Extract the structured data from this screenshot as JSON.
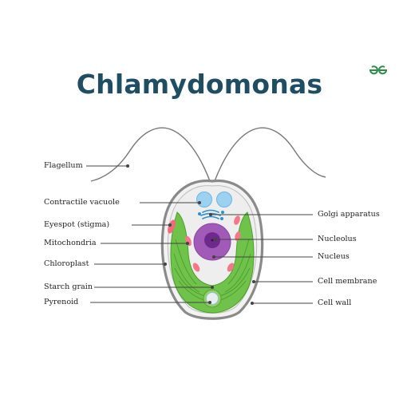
{
  "title": "Chlamydomonas",
  "logo": {
    "text": "",
    "icon": "geeksforgeeks-logo-icon",
    "color": "#2f8d46"
  },
  "colors": {
    "title": "#1f4e63",
    "cell_wall": "#8a8a8a",
    "cytoplasm": "#eeeeee",
    "chloroplast": "#6fc24a",
    "nucleus": "#a25ab8",
    "nucleolus": "#6e2a8a",
    "mitochondria": "#f06a7a",
    "vacuole": "#9dd1f2",
    "golgi": "#2d8fd5"
  },
  "labels": {
    "left": [
      {
        "id": "flagellum",
        "text": "Flagellum"
      },
      {
        "id": "contractile-vacuole",
        "text": "Contractile vacuole"
      },
      {
        "id": "eyespot",
        "text": "Eyespot (stigma)"
      },
      {
        "id": "mitochondria",
        "text": "Mitochondria"
      },
      {
        "id": "chloroplast",
        "text": "Chloroplast"
      },
      {
        "id": "starch-grain",
        "text": "Starch grain"
      },
      {
        "id": "pyrenoid",
        "text": "Pyrenoid"
      }
    ],
    "right": [
      {
        "id": "golgi-apparatus",
        "text": "Golgi apparatus"
      },
      {
        "id": "nucleolus",
        "text": "Nucleolus"
      },
      {
        "id": "nucleus",
        "text": "Nucleus"
      },
      {
        "id": "cell-membrane",
        "text": "Cell membrane"
      },
      {
        "id": "cell-wall",
        "text": "Cell wall"
      }
    ]
  }
}
